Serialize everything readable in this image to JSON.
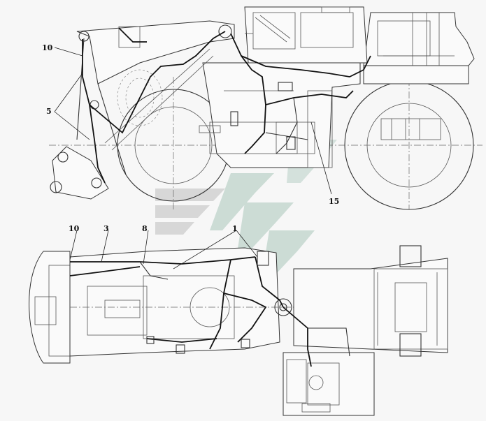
{
  "callouts": {
    "side_10": "10",
    "side_5": "5",
    "side_15": "15",
    "top_10": "10",
    "top_3": "3",
    "top_8": "8",
    "top_1": "1"
  },
  "colors": {
    "watermark": "#c9c9c9",
    "watermark_accent": "#b7cfc6",
    "line": "#222222",
    "background": "#f7f7f7"
  }
}
